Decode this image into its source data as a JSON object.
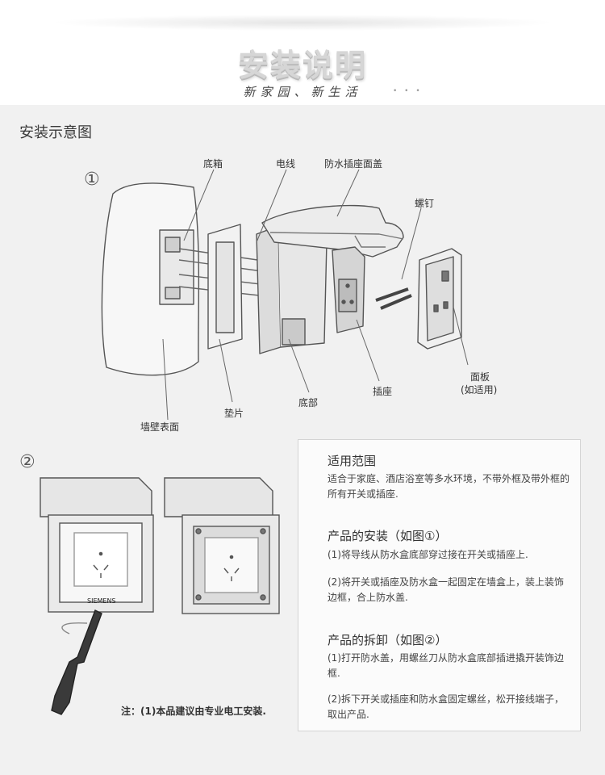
{
  "header": {
    "title": "安装说明",
    "slogan": "新家园、新生活",
    "slogan_dots": "• • •"
  },
  "section": {
    "title": "安装示意图"
  },
  "diagram1": {
    "step": "①",
    "labels": {
      "bottom_box": "底箱",
      "wire": "电线",
      "cover": "防水插座面盖",
      "screw": "螺钉",
      "panel": "面板",
      "panel_note": "(如适用)",
      "socket": "插座",
      "base": "底部",
      "gasket": "垫片",
      "wall": "墙壁表面"
    }
  },
  "diagram2": {
    "step": "②",
    "brand": "SIEMENS"
  },
  "info": {
    "scope": {
      "heading": "适用范围",
      "text": "适合于家庭、酒店浴室等多水环境，不带外框及带外框的所有开关或插座."
    },
    "install": {
      "heading": "产品的安装（如图①）",
      "step1": "(1)将导线从防水盒底部穿过接在开关或插座上.",
      "step2": "(2)将开关或插座及防水盒一起固定在墙盒上，装上装饰边框，合上防水盖."
    },
    "remove": {
      "heading": "产品的拆卸（如图②）",
      "step1": "(1)打开防水盖，用螺丝刀从防水盒底部插进撬开装饰边框.",
      "step2": "(2)拆下开关或插座和防水盒固定螺丝，松开接线端子，取出产品."
    }
  },
  "note": "注：(1)本品建议由专业电工安装."
}
